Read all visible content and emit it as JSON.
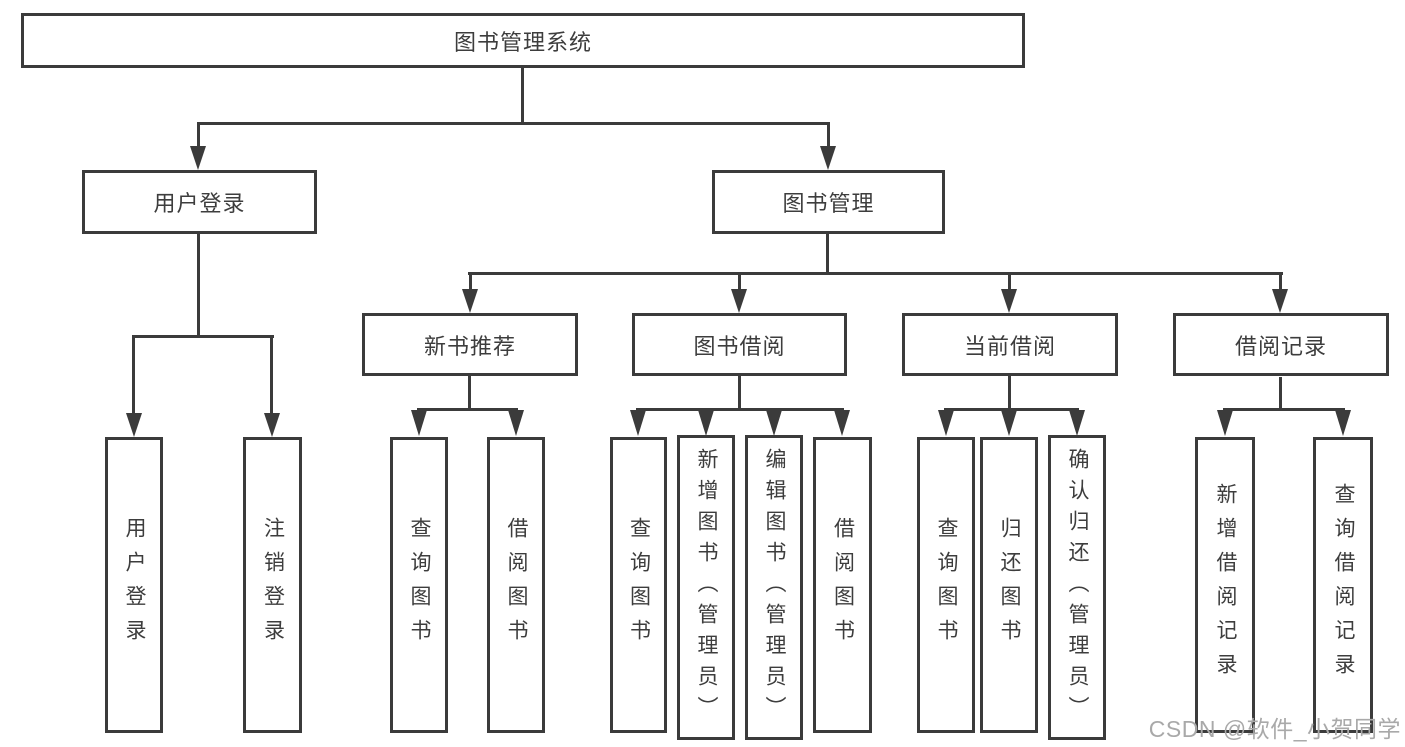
{
  "diagram": {
    "root": {
      "label": "图书管理系统"
    },
    "branches": [
      {
        "label": "用户登录",
        "children": [
          {
            "label": "用户登录"
          },
          {
            "label": "注销登录"
          }
        ]
      },
      {
        "label": "图书管理",
        "children": [
          {
            "label": "新书推荐",
            "children": [
              {
                "label": "查询图书"
              },
              {
                "label": "借阅图书"
              }
            ]
          },
          {
            "label": "图书借阅",
            "children": [
              {
                "label": "查询图书"
              },
              {
                "label": "新增图书（管理员）"
              },
              {
                "label": "编辑图书（管理员）"
              },
              {
                "label": "借阅图书"
              }
            ]
          },
          {
            "label": "当前借阅",
            "children": [
              {
                "label": "查询图书"
              },
              {
                "label": "归还图书"
              },
              {
                "label": "确认归还（管理员）"
              }
            ]
          },
          {
            "label": "借阅记录",
            "children": [
              {
                "label": "新增借阅记录"
              },
              {
                "label": "查询借阅记录"
              }
            ]
          }
        ]
      }
    ]
  },
  "watermark": {
    "text": "CSDN @软件_小贺同学"
  },
  "colors": {
    "line": "#3b3b3b",
    "text": "#3d3d3d",
    "watermark": "#a9a9a9",
    "background": "#ffffff"
  }
}
